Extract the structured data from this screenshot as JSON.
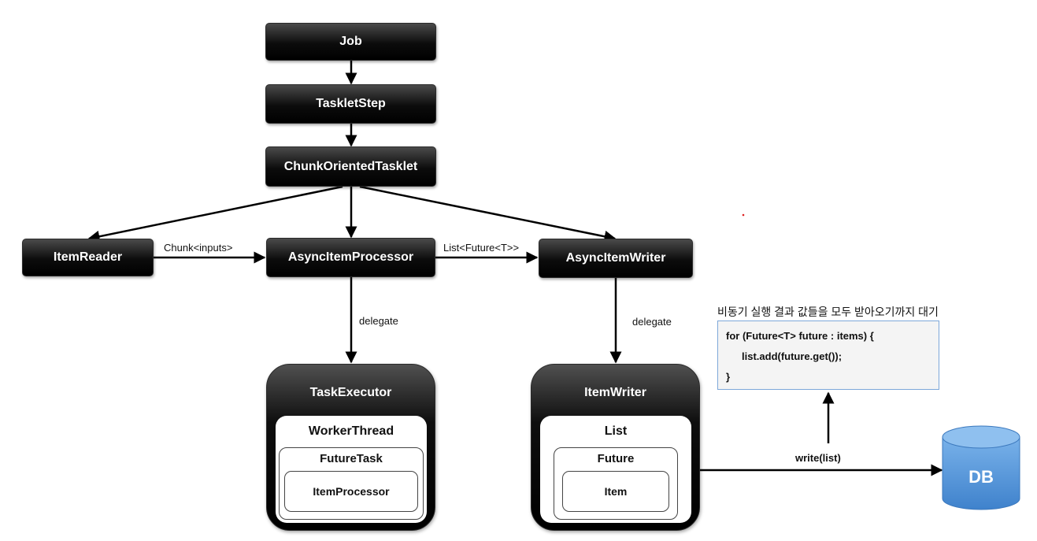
{
  "nodes": {
    "job": "Job",
    "tasklet_step": "TaskletStep",
    "chunk_oriented_tasklet": "ChunkOrientedTasklet",
    "item_reader": "ItemReader",
    "async_item_processor": "AsyncItemProcessor",
    "async_item_writer": "AsyncItemWriter"
  },
  "edges": {
    "chunk_inputs": "Chunk<inputs>",
    "list_future": "List<Future<T>>",
    "delegate_processor": "delegate",
    "delegate_writer": "delegate",
    "write_list": "write(list)"
  },
  "task_executor": {
    "title": "TaskExecutor",
    "worker_thread": "WorkerThread",
    "future_task": "FutureTask",
    "item_processor": "ItemProcessor"
  },
  "item_writer": {
    "title": "ItemWriter",
    "list": "List",
    "future": "Future",
    "item": "Item"
  },
  "note": {
    "title": "비동기 실행 결과 값들을 모두 받아오기까지 대기",
    "code": [
      "for (Future<T> future : items) {",
      "list.add(future.get());",
      "}"
    ]
  },
  "db": {
    "label": "DB"
  },
  "colors": {
    "node_fill": "#000000",
    "db_fill": "#4a8fd6",
    "code_border": "#7da7d9"
  }
}
